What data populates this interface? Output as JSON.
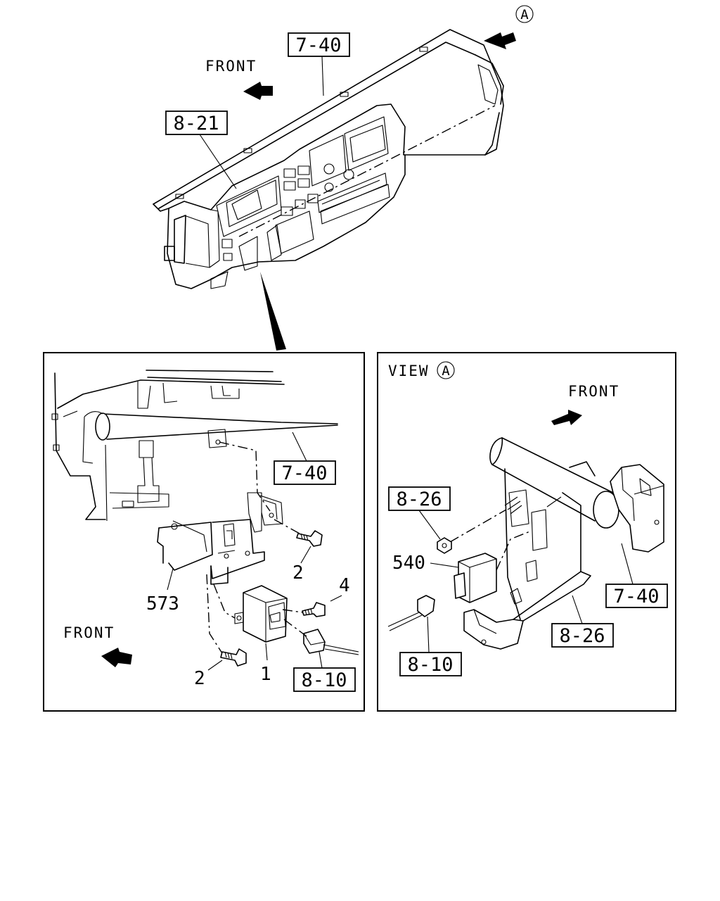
{
  "labels": {
    "front_top": "FRONT",
    "front_left": "FRONT",
    "front_right": "FRONT",
    "view": "VIEW",
    "view_a_marker": "A",
    "top_a_marker": "A"
  },
  "refs": {
    "top_7_40": "7-40",
    "top_8_21": "8-21",
    "left_7_40": "7-40",
    "left_8_10": "8-10",
    "right_8_26_upper": "8-26",
    "right_7_40": "7-40",
    "right_8_26_lower": "8-26",
    "right_8_10": "8-10"
  },
  "parts": {
    "left_2_upper": "2",
    "left_4": "4",
    "left_573": "573",
    "left_2_lower": "2",
    "left_1": "1",
    "right_540": "540"
  }
}
